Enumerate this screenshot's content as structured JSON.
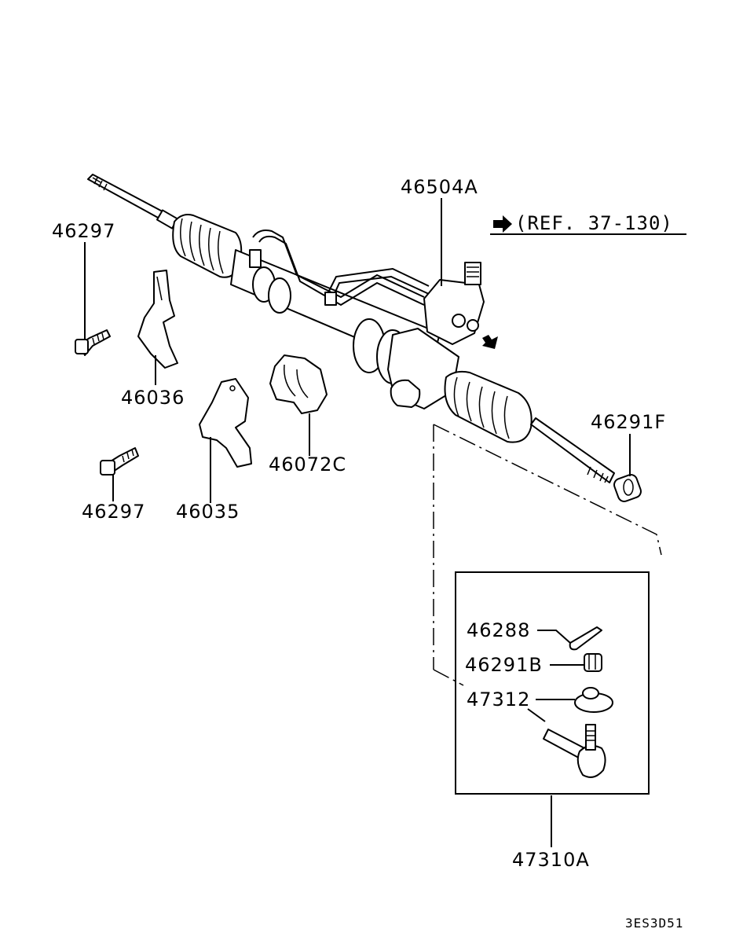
{
  "labels": {
    "p46504A": "46504A",
    "p46297_top": "46297",
    "p46036": "46036",
    "p46297_bottom": "46297",
    "p46035": "46035",
    "p46072C": "46072C",
    "p46291F": "46291F",
    "p46288": "46288",
    "p46291B": "46291B",
    "p47312": "47312",
    "p47310A": "47310A"
  },
  "reference": "(REF. 37-130)",
  "diagram_code": "3ES3D51",
  "icons": {
    "reference_arrow": "arrow-right-icon",
    "direction_arrow": "arrow-down-right-icon"
  }
}
